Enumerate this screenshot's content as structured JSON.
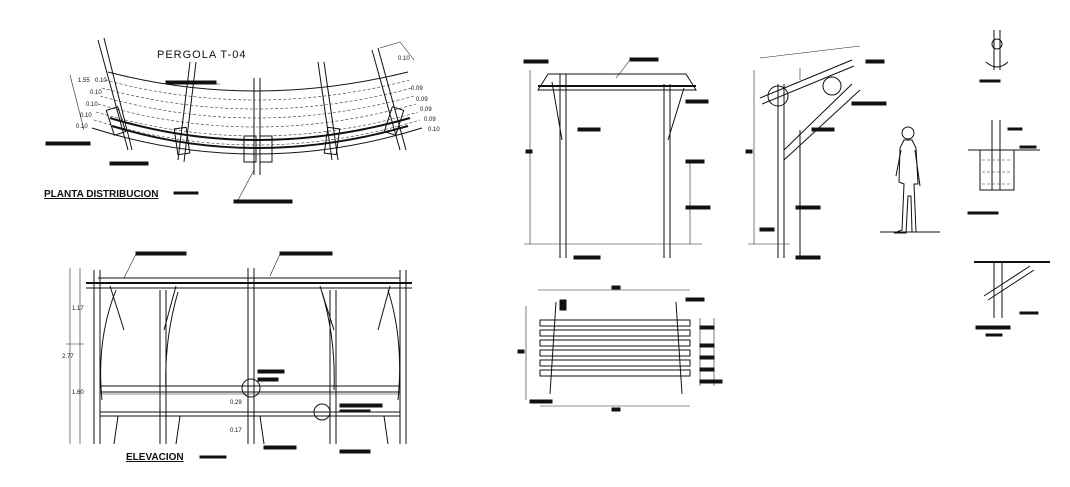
{
  "title": "PERGOLA T-04",
  "views": {
    "plan": {
      "caption": "PLANTA DISTRIBUCION",
      "dims_left": [
        "1.55",
        "0.10",
        "0.10",
        "0.10",
        "0.10",
        "0.10"
      ],
      "dims_right": [
        "0.09",
        "0.09",
        "0.09",
        "0.09",
        "0.10"
      ],
      "dim_top": "0.10"
    },
    "elevation": {
      "caption": "ELEVACION",
      "dim_upper": "1.17",
      "dim_total": "2.77",
      "dim_lower": "1.60",
      "dim_mid_a": "0.29",
      "dim_mid_b": "0.17"
    }
  },
  "colors": {
    "line": "#111111",
    "background": "#ffffff"
  }
}
